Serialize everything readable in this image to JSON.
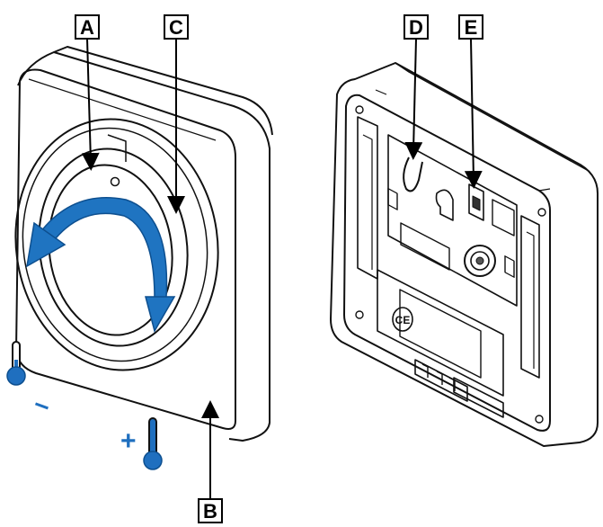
{
  "callouts": {
    "A": "A",
    "B": "B",
    "C": "C",
    "D": "D",
    "E": "E"
  },
  "symbols": {
    "minus": "–",
    "plus": "+"
  },
  "marks": {
    "ce": "CE"
  },
  "colors": {
    "arrow_blue": "#1f74c1",
    "thermo_blue": "#1f6fbf",
    "outline": "#111111"
  },
  "icons": [
    "thermometer-cold-icon",
    "thermometer-warm-icon",
    "rotation-arrows-icon"
  ]
}
